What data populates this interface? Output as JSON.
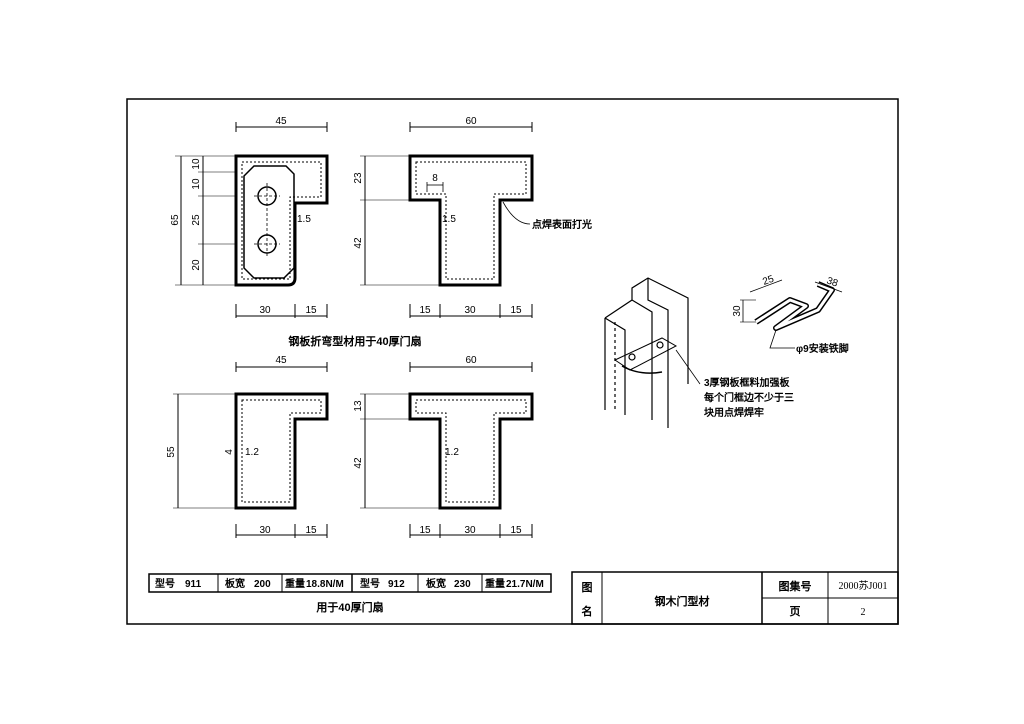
{
  "sheet": {
    "profiles_top": {
      "left": {
        "width": "45",
        "thickness": "1.5",
        "height_total": "65",
        "height_parts": [
          "10",
          "10",
          "25",
          "20"
        ],
        "bottom": [
          "30",
          "15"
        ]
      },
      "right": {
        "width": "60",
        "thickness": "1.5",
        "height_parts": [
          "23",
          "42"
        ],
        "bottom": [
          "15",
          "30",
          "15"
        ],
        "detail_dim": "8",
        "note": "点焊表面打光"
      }
    },
    "caption_top": "钢板折弯型材用于40厚门扇",
    "profiles_bottom": {
      "left": {
        "width": "45",
        "thickness": "1.2",
        "height_total": "55",
        "small_dim": "4",
        "bottom": [
          "30",
          "15"
        ]
      },
      "right": {
        "width": "60",
        "thickness": "1.2",
        "height_parts": [
          "13",
          "42"
        ],
        "bottom": [
          "15",
          "30",
          "15"
        ]
      }
    },
    "iso": {
      "plate_note_lines": [
        "3厚钢板框料加强板",
        "每个门框边不少于三",
        "块用点焊焊牢"
      ],
      "anchor_dims": [
        "25",
        "38",
        "30"
      ],
      "anchor_note": "φ9安装铁脚"
    },
    "spec_table": {
      "cells": [
        {
          "label": "型号",
          "value": "911"
        },
        {
          "label": "板宽",
          "value": "200"
        },
        {
          "label": "重量",
          "value": "18.8N/M"
        },
        {
          "label": "型号",
          "value": "912"
        },
        {
          "label": "板宽",
          "value": "230"
        },
        {
          "label": "重量",
          "value": "21.7N/M"
        }
      ],
      "caption": "用于40厚门扇"
    },
    "title_block": {
      "name_label_1": "图",
      "name_label_2": "名",
      "name": "钢木门型材",
      "atlas_label": "图集号",
      "atlas_value": "2000苏J001",
      "page_label": "页",
      "page_value": "2"
    }
  }
}
